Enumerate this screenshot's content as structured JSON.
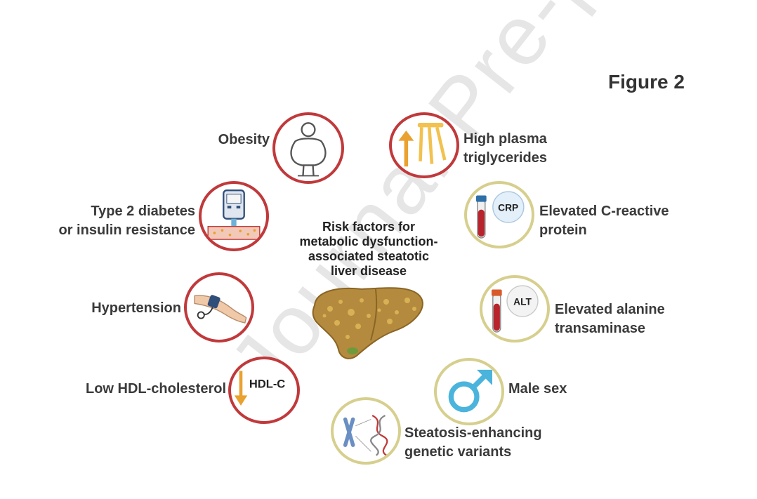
{
  "figure_label": "Figure 2",
  "center_title": [
    "Risk factors for",
    "metabolic dysfunction-",
    "associated steatotic",
    "liver disease"
  ],
  "factors_left": [
    {
      "id": "obesity",
      "lines": [
        "Obesity"
      ]
    },
    {
      "id": "t2d",
      "lines": [
        "Type 2 diabetes",
        "or insulin resistance"
      ]
    },
    {
      "id": "hypertension",
      "lines": [
        "Hypertension"
      ]
    },
    {
      "id": "hdl",
      "lines": [
        "Low HDL-cholesterol"
      ]
    }
  ],
  "factors_right": [
    {
      "id": "tg",
      "lines": [
        "High plasma",
        "triglycerides"
      ]
    },
    {
      "id": "crp",
      "lines": [
        "Elevated C-reactive",
        "protein"
      ]
    },
    {
      "id": "alt",
      "lines": [
        "Elevated alanine",
        "transaminase"
      ]
    },
    {
      "id": "male",
      "lines": [
        "Male sex"
      ]
    },
    {
      "id": "genetic",
      "lines": [
        "Steatosis-enhancing",
        "genetic variants"
      ]
    }
  ],
  "icon_text": {
    "hdl": "HDL-C",
    "crp": "CRP",
    "alt": "ALT"
  },
  "watermark": "Journal Pre-proof",
  "colors": {
    "ring_red": "#c0393b",
    "ring_gold": "#d6cf8e",
    "orange": "#e9a12f",
    "blue": "#4ab4dc",
    "liver": "#b48a3e"
  }
}
